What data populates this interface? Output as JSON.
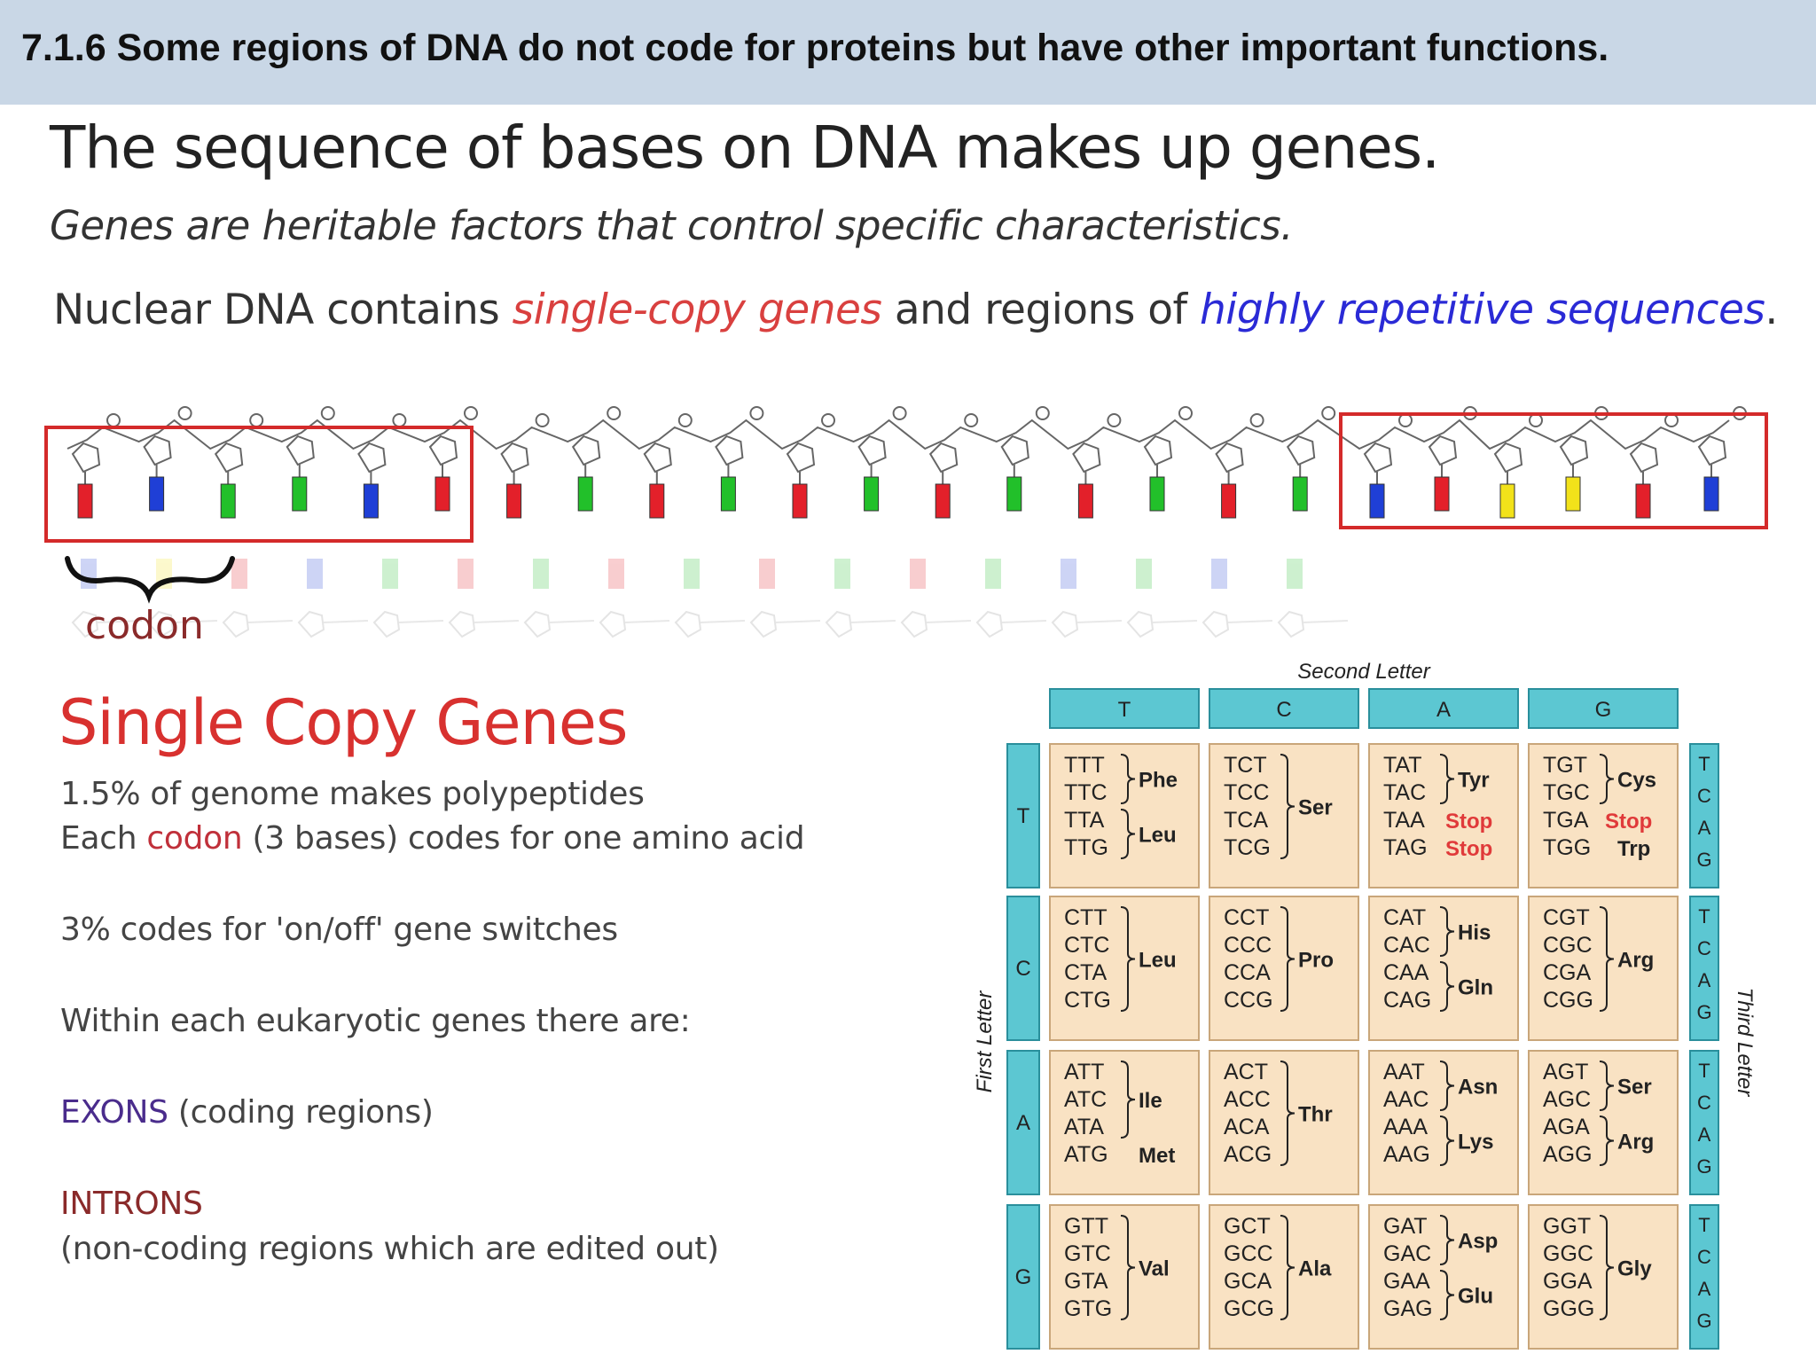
{
  "header": {
    "title": "7.1.6 Some regions of DNA do not code for proteins but have other important functions."
  },
  "intro": {
    "heading": "The sequence of bases on DNA makes up genes.",
    "subheading": "Genes are heritable factors that control specific characteristics.",
    "nuclear_prefix": "Nuclear DNA contains ",
    "nuclear_red": "single-copy genes",
    "nuclear_middle": " and regions of ",
    "nuclear_blue": "highly repetitive sequences",
    "nuclear_suffix": "."
  },
  "diagram": {
    "codon_label": "codon",
    "colors": {
      "red": "#e3202a",
      "blue": "#1f3fd6",
      "green": "#22c02a",
      "yellow": "#f2e21a",
      "box": "#d42a2a"
    },
    "top_bases": [
      "red",
      "blue",
      "green",
      "green",
      "blue",
      "red",
      "red",
      "green",
      "red",
      "green",
      "red",
      "green",
      "red",
      "green",
      "red",
      "green",
      "red",
      "green",
      "blue",
      "red",
      "yellow",
      "yellow",
      "red",
      "blue"
    ],
    "faded_bases": [
      "blue",
      "yellow",
      "red",
      "blue",
      "green",
      "red",
      "green",
      "red",
      "green",
      "red",
      "green",
      "red",
      "green",
      "blue",
      "green",
      "blue",
      "green"
    ]
  },
  "single_copy": {
    "title": "Single Copy Genes",
    "line1": "1.5% of genome makes polypeptides",
    "line2_prefix": "Each ",
    "line2_codon": "codon",
    "line2_suffix": " (3 bases) codes for one amino acid",
    "line3": "3% codes for 'on/off' gene switches",
    "line4": "Within each eukaryotic genes there are:",
    "exons_label": "EXONS",
    "exons_desc": " (coding regions)",
    "introns_label": "INTRONS",
    "introns_desc": "(non-coding regions which are edited out)"
  },
  "codon_table": {
    "second_letter_label": "Second Letter",
    "first_letter_label": "First Letter",
    "third_letter_label": "Third Letter",
    "bases": [
      "T",
      "C",
      "A",
      "G"
    ],
    "rows": [
      {
        "first": "T",
        "cells": [
          {
            "codons": [
              "TTT",
              "TTC",
              "TTA",
              "TTG"
            ],
            "groups": [
              {
                "from": 0,
                "to": 1,
                "aa": "Phe"
              },
              {
                "from": 2,
                "to": 3,
                "aa": "Leu"
              }
            ]
          },
          {
            "codons": [
              "TCT",
              "TCC",
              "TCA",
              "TCG"
            ],
            "groups": [
              {
                "from": 0,
                "to": 3,
                "aa": "Ser"
              }
            ]
          },
          {
            "codons": [
              "TAT",
              "TAC",
              "TAA",
              "TAG"
            ],
            "groups": [
              {
                "from": 0,
                "to": 1,
                "aa": "Tyr"
              },
              {
                "from": 2,
                "to": 2,
                "aa": "Stop",
                "stop": true
              },
              {
                "from": 3,
                "to": 3,
                "aa": "Stop",
                "stop": true
              }
            ]
          },
          {
            "codons": [
              "TGT",
              "TGC",
              "TGA",
              "TGG"
            ],
            "groups": [
              {
                "from": 0,
                "to": 1,
                "aa": "Cys"
              },
              {
                "from": 2,
                "to": 2,
                "aa": "Stop",
                "stop": true
              },
              {
                "from": 3,
                "to": 3,
                "aa": "Trp"
              }
            ]
          }
        ]
      },
      {
        "first": "C",
        "cells": [
          {
            "codons": [
              "CTT",
              "CTC",
              "CTA",
              "CTG"
            ],
            "groups": [
              {
                "from": 0,
                "to": 3,
                "aa": "Leu"
              }
            ]
          },
          {
            "codons": [
              "CCT",
              "CCC",
              "CCA",
              "CCG"
            ],
            "groups": [
              {
                "from": 0,
                "to": 3,
                "aa": "Pro"
              }
            ]
          },
          {
            "codons": [
              "CAT",
              "CAC",
              "CAA",
              "CAG"
            ],
            "groups": [
              {
                "from": 0,
                "to": 1,
                "aa": "His"
              },
              {
                "from": 2,
                "to": 3,
                "aa": "Gln"
              }
            ]
          },
          {
            "codons": [
              "CGT",
              "CGC",
              "CGA",
              "CGG"
            ],
            "groups": [
              {
                "from": 0,
                "to": 3,
                "aa": "Arg"
              }
            ]
          }
        ]
      },
      {
        "first": "A",
        "cells": [
          {
            "codons": [
              "ATT",
              "ATC",
              "ATA",
              "ATG"
            ],
            "groups": [
              {
                "from": 0,
                "to": 2,
                "aa": "Ile"
              },
              {
                "from": 3,
                "to": 3,
                "aa": "Met"
              }
            ]
          },
          {
            "codons": [
              "ACT",
              "ACC",
              "ACA",
              "ACG"
            ],
            "groups": [
              {
                "from": 0,
                "to": 3,
                "aa": "Thr"
              }
            ]
          },
          {
            "codons": [
              "AAT",
              "AAC",
              "AAA",
              "AAG"
            ],
            "groups": [
              {
                "from": 0,
                "to": 1,
                "aa": "Asn"
              },
              {
                "from": 2,
                "to": 3,
                "aa": "Lys"
              }
            ]
          },
          {
            "codons": [
              "AGT",
              "AGC",
              "AGA",
              "AGG"
            ],
            "groups": [
              {
                "from": 0,
                "to": 1,
                "aa": "Ser"
              },
              {
                "from": 2,
                "to": 3,
                "aa": "Arg"
              }
            ]
          }
        ]
      },
      {
        "first": "G",
        "cells": [
          {
            "codons": [
              "GTT",
              "GTC",
              "GTA",
              "GTG"
            ],
            "groups": [
              {
                "from": 0,
                "to": 3,
                "aa": "Val"
              }
            ]
          },
          {
            "codons": [
              "GCT",
              "GCC",
              "GCA",
              "GCG"
            ],
            "groups": [
              {
                "from": 0,
                "to": 3,
                "aa": "Ala"
              }
            ]
          },
          {
            "codons": [
              "GAT",
              "GAC",
              "GAA",
              "GAG"
            ],
            "groups": [
              {
                "from": 0,
                "to": 1,
                "aa": "Asp"
              },
              {
                "from": 2,
                "to": 3,
                "aa": "Glu"
              }
            ]
          },
          {
            "codons": [
              "GGT",
              "GGC",
              "GGA",
              "GGG"
            ],
            "groups": [
              {
                "from": 0,
                "to": 3,
                "aa": "Gly"
              }
            ]
          }
        ]
      }
    ],
    "colors": {
      "teal": "#5cc7d2",
      "teal_border": "#2a8f9c",
      "cell": "#f9e2c3",
      "cell_border": "#c9a67a",
      "stop": "#e03a3a"
    }
  }
}
